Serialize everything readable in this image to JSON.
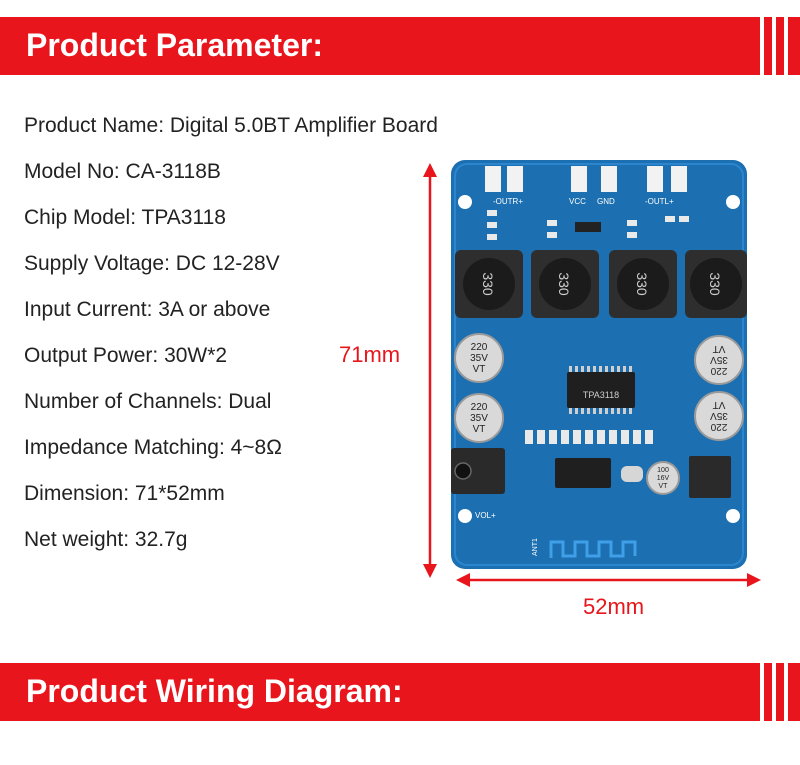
{
  "sections": {
    "parameter_title": "Product Parameter:",
    "wiring_title": "Product Wiring Diagram:"
  },
  "params": [
    "Product Name: Digital 5.0BT Amplifier Board",
    "Model No: CA-3118B",
    "Chip Model: TPA3118",
    "Supply Voltage: DC 12-28V",
    "Input Current: 3A or above",
    "Output Power: 30W*2",
    "Number of Channels: Dual",
    "Impedance Matching: 4~8Ω",
    "Dimension: 71*52mm",
    "Net weight: 32.7g"
  ],
  "dimensions": {
    "height_label": "71mm",
    "width_label": "52mm"
  },
  "board": {
    "terminal_labels": {
      "out_right": "-OUTR+",
      "vcc": "VCC",
      "gnd": "GND",
      "out_left": "-OUTL+"
    },
    "inductor_marking": "330",
    "cap_left": {
      "value": "220",
      "voltage": "35V",
      "series": "VT"
    },
    "cap_right": {
      "value": "220",
      "voltage": "35V",
      "series": "VT"
    },
    "cap_small": {
      "value": "100",
      "voltage": "16V",
      "series": "VT"
    },
    "chip_marking": "TPA3118",
    "vol_label": "VOL+",
    "antenna_label": "ANT1"
  },
  "colors": {
    "banner": "#e8161c",
    "accent": "#e8161c",
    "pcb": "#1c6fb0",
    "text": "#222222"
  }
}
